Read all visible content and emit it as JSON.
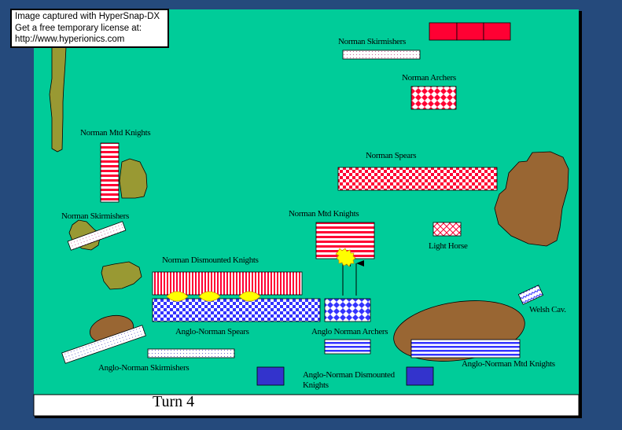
{
  "watermark": {
    "lines": [
      "Image captured with HyperSnap-DX",
      "Get a free temporary license at:",
      "http://www.hyperionics.com"
    ]
  },
  "turn_label": "Turn 4",
  "colors": {
    "background": "#254a7c",
    "field": "#00cc99",
    "norman": "#ff0033",
    "anglo_norman": "#3333cc",
    "woods": "#999933",
    "hill": "#996633",
    "clash": "#ffff00"
  },
  "units": {
    "norman_skirmishers_top": "Norman Skirmishers",
    "norman_archers": "Norman Archers",
    "norman_mtd_knights_left": "Norman Mtd  Knights",
    "norman_spears": "Norman Spears",
    "norman_skirmishers_left": "Norman Skirmishers",
    "norman_mtd_knights_center": "Norman Mtd  Knights",
    "light_horse": "Light Horse",
    "norman_dismounted_knights": "Norman Dismounted Knights",
    "anglo_norman_spears": "Anglo-Norman Spears",
    "anglo_norman_archers": "Anglo Norman Archers",
    "welsh_cav": "Welsh Cav.",
    "anglo_norman_skirmishers": "Anglo-Norman Skirmishers",
    "anglo_norman_dismounted_knights_line1": "Anglo-Norman Dismounted",
    "anglo_norman_dismounted_knights_line2": "Knights",
    "anglo_norman_mtd_knights": "Anglo-Norman Mtd Knights"
  }
}
